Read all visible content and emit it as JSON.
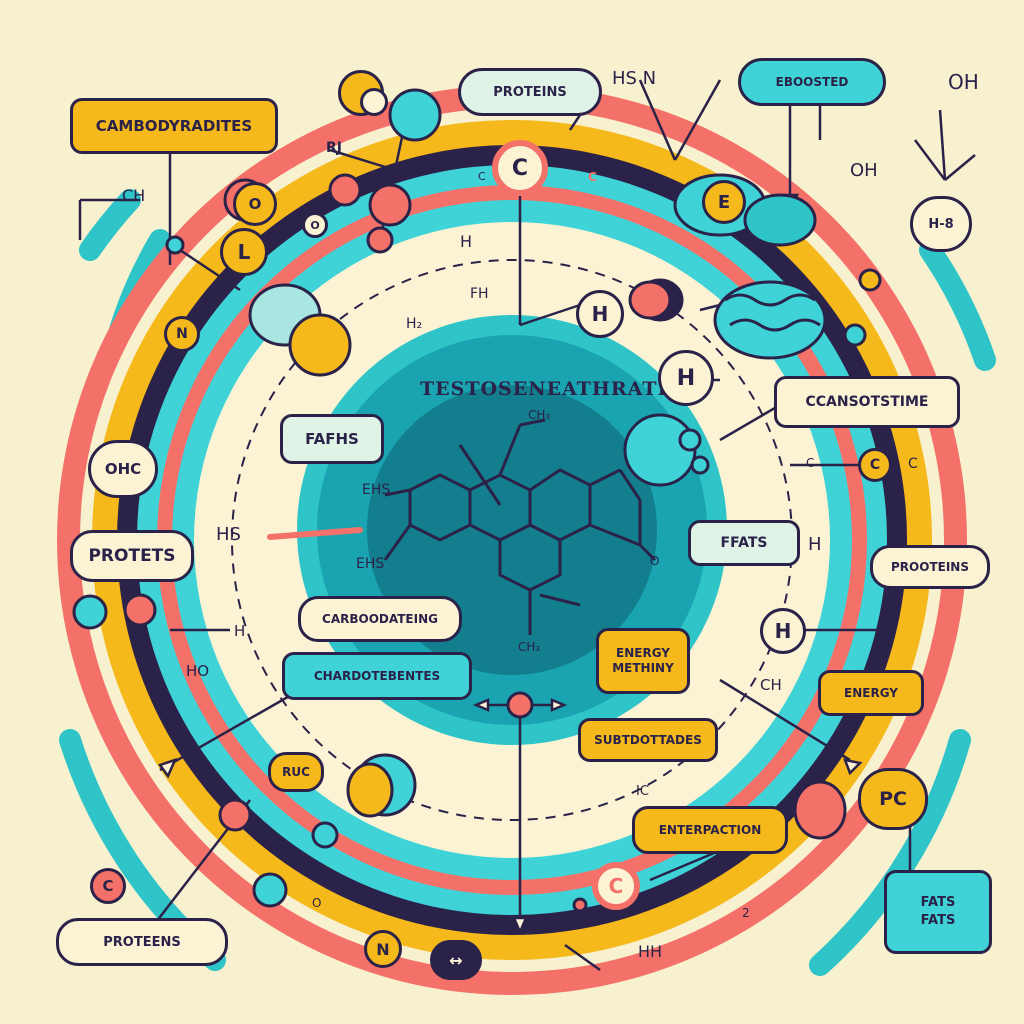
{
  "diagram": {
    "center_title": "TESTOSENEATHRATE",
    "boxes": {
      "carbohydrates_top": "CAMBODYRADITES",
      "proteins_top": "PROTEINS",
      "top_right_pill": "EBOOSTED",
      "fats_left": "FAFHS",
      "protets_left": "PROTETS",
      "casotstime": "CCANSOTSTIME",
      "ffats_right": "FFATS",
      "proteins_right": "PROOTEINS",
      "carboodateing": "CARBOODATEING",
      "chardoteentes": "CHARDOTEBENTES",
      "energy_methiny": "ENERGY\nMETHINY",
      "energy_right": "ENERGY",
      "subtottades": "SUBTDOTTADES",
      "enterpaction": "ENTERPACTION",
      "proteins_bottom": "PROTEENS",
      "fats_bottom": "FATS\nFATS"
    },
    "atom_labels": {
      "o_left": "O",
      "l_left": "L",
      "n_left": "N",
      "c_top": "C",
      "e_top": "E",
      "h_center": "H",
      "h_mid": "H",
      "h_right": "H",
      "c_right": "C",
      "oh_left": "OHC",
      "c_bottom_left": "C",
      "n_bottom": "N",
      "c_bottom": "C",
      "pc_right": "PC",
      "o_small": "O",
      "ruc": "RUC",
      "h_h": "H-8"
    },
    "chem_text": {
      "hs_n": "HS N",
      "oh_tr": "OH",
      "oh_r": "OH",
      "ch_left": "CH",
      "rj": "RJ",
      "h_ring": "H",
      "fh": "FH",
      "h2": "H₂",
      "hs_left": "HS",
      "eh_s": "EHS",
      "ch3_top": "CH₃",
      "ch3_bot": "CH₃",
      "o_mol": "O",
      "h_arrow_left": "H",
      "ho_left": "HO",
      "ch_right": "CH",
      "h_fats": "H",
      "c_small": "C",
      "ic": "IC",
      "hh": "HH",
      "c_r": "C",
      "two": "2",
      "b_small": "O",
      "c_atom_top": "C",
      "lc": "C"
    }
  }
}
